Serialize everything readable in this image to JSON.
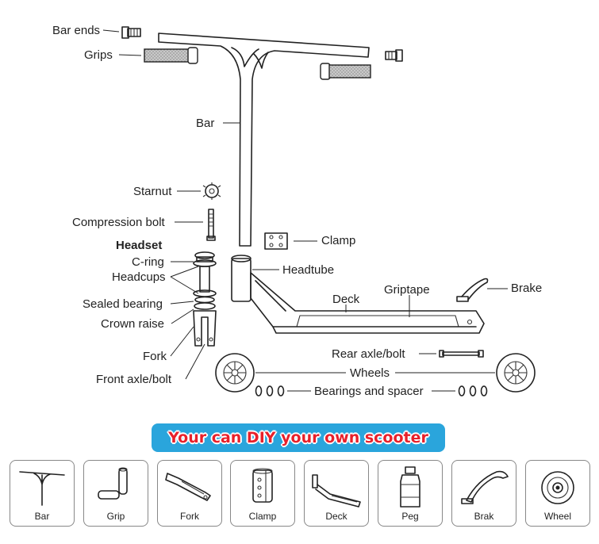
{
  "labels": {
    "bar_ends": "Bar ends",
    "grips": "Grips",
    "bar": "Bar",
    "starnut": "Starnut",
    "compression_bolt": "Compression bolt",
    "headset": "Headset",
    "c_ring": "C-ring",
    "headcups": "Headcups",
    "sealed_bearing": "Sealed bearing",
    "crown_raise": "Crown raise",
    "fork": "Fork",
    "front_axle_bolt": "Front axle/bolt",
    "clamp": "Clamp",
    "headtube": "Headtube",
    "brake": "Brake",
    "deck": "Deck",
    "griptape": "Griptape",
    "rear_axle_bolt": "Rear axle/bolt",
    "wheels": "Wheels",
    "bearings_and_spacer": "Bearings and spacer"
  },
  "banner": {
    "text": "Your can DIY your own scooter"
  },
  "parts": [
    {
      "caption": "Bar",
      "icon": "bar-icon"
    },
    {
      "caption": "Grip",
      "icon": "grip-icon"
    },
    {
      "caption": "Fork",
      "icon": "fork-icon"
    },
    {
      "caption": "Clamp",
      "icon": "clamp-icon"
    },
    {
      "caption": "Deck",
      "icon": "deck-icon"
    },
    {
      "caption": "Peg",
      "icon": "peg-icon"
    },
    {
      "caption": "Brak",
      "icon": "brake-icon"
    },
    {
      "caption": "Wheel",
      "icon": "wheel-icon"
    }
  ],
  "colors": {
    "banner_bg": "#2aa5dc",
    "banner_text": "#e8202a",
    "line": "#222222",
    "grip_fill": "#bdbdbd"
  }
}
